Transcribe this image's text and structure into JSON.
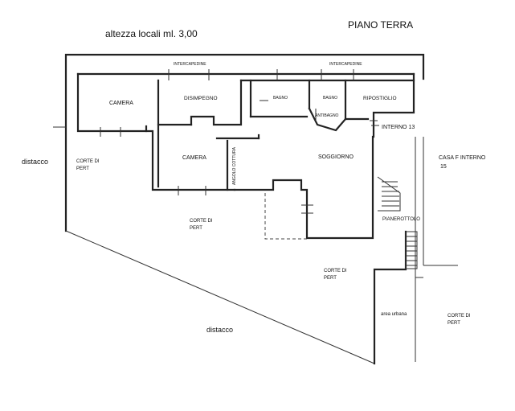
{
  "header": {
    "height_note": "altezza locali ml. 3,00",
    "floor_title": "PIANO  TERRA"
  },
  "labels": {
    "intercapedine_left": "INTERCAPEDINE",
    "intercapedine_right": "INTERCAPEDINE",
    "camera_top": "CAMERA",
    "disimpegno": "DISIMPEGNO",
    "bagno_1": "BAGNO",
    "bagno_2": "BAGNO",
    "antibagno": "ANTIBAGNO",
    "ripostiglio": "RIPOSTIGLIO",
    "interno": "INTERNO 13",
    "camera_mid": "CAMERA",
    "angolo_cottura": "ANGOLO COTTURA",
    "soggiorno": "SOGGIORNO",
    "casa_line1": "CASA  F INTERNO",
    "casa_line2": "15",
    "distacco_left": "distacco",
    "corte_left_1": "CORTE DI",
    "corte_left_2": "PERT",
    "corte_mid_1": "CORTE DI",
    "corte_mid_2": "PERT",
    "pianerottolo": "PIANEROTTOLO",
    "corte_low_1": "CORTE DI",
    "corte_low_2": "PERT",
    "area_urbana": "area urbana",
    "corte_right_1": "CORTE DI",
    "corte_right_2": "PERT",
    "distacco_bottom": "distacco"
  }
}
